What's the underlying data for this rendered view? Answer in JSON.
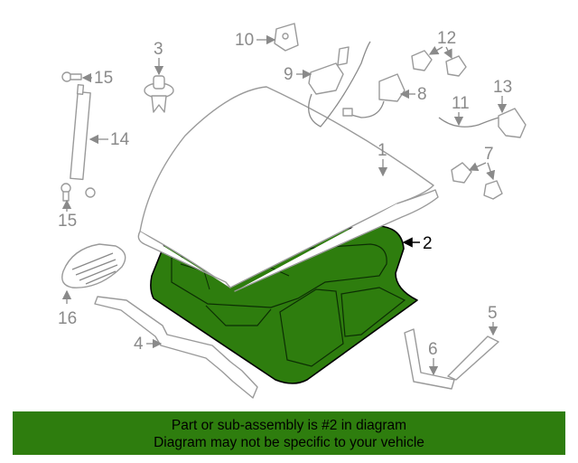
{
  "callouts": {
    "c1": "1",
    "c2": "2",
    "c3": "3",
    "c4": "4",
    "c5": "5",
    "c6": "6",
    "c7": "7",
    "c8": "8",
    "c9": "9",
    "c10": "10",
    "c11": "11",
    "c12": "12",
    "c13": "13",
    "c14": "14",
    "c15a": "15",
    "c15b": "15",
    "c16": "16"
  },
  "highlight_color": "#2e7d0e",
  "banner": {
    "line1": "Part or sub-assembly is #2 in diagram",
    "line2": "Diagram may not be specific to your vehicle"
  }
}
